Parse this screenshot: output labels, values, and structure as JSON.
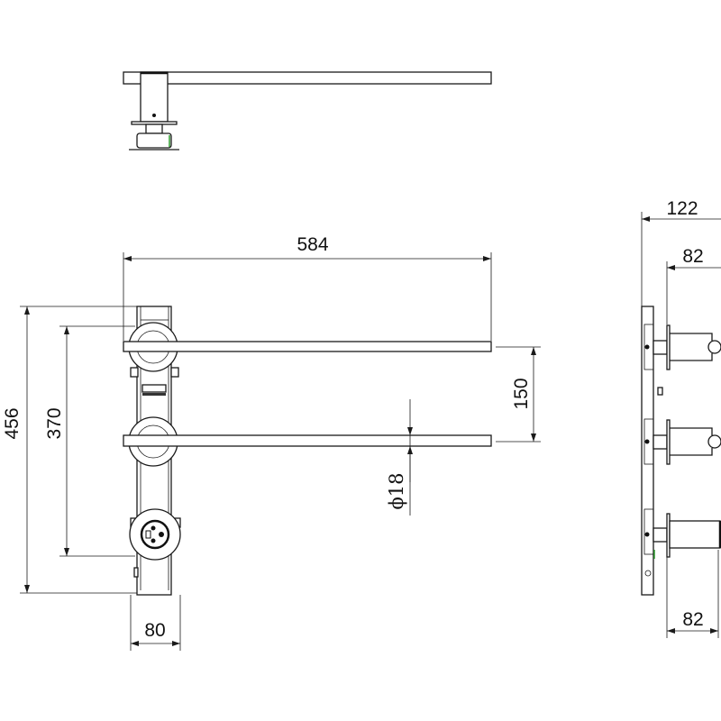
{
  "drawing": {
    "views": [
      "top-view",
      "front-view",
      "side-view"
    ],
    "dimensions": {
      "overall_width": "584",
      "overall_height": "456",
      "outlet_spacing": "370",
      "bar_spacing": "150",
      "bar_diameter": "ϕ18",
      "body_width": "80",
      "side_depth_total": "122",
      "side_depth_top": "82",
      "side_depth_bottom": "82"
    },
    "line_color": "#1a1a1a",
    "accent_color": "#2e9b2e"
  }
}
